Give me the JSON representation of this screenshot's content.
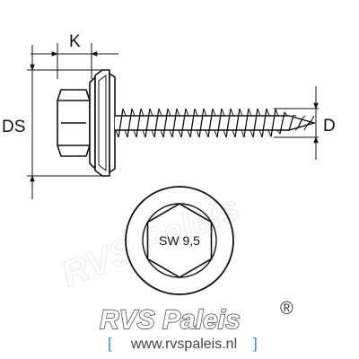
{
  "dimensions": {
    "k_label": "K",
    "ds_label": "DS",
    "d_label": "D"
  },
  "head_view": {
    "label": "SW 9,5"
  },
  "brand": {
    "logo_text": "RVS Paleis",
    "registered_mark": "®",
    "url_text": "www.rvspaleis.nl",
    "bracket_open": "[",
    "bracket_close": "]",
    "watermark_text": "RVS Paleis",
    "bracket_color": "#2e8fd6",
    "logo_color": "#3a3a3a"
  }
}
